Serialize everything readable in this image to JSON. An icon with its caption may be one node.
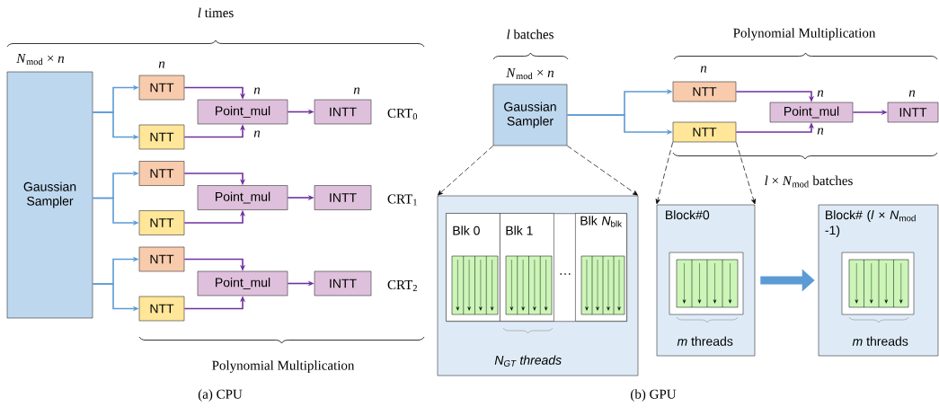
{
  "diagram": {
    "nodes": [
      {
        "text": [
          "Gaussian Sampler"
        ],
        "beside": [
          "*N*$_{mod}$ × *n*"
        ]
      },
      {
        "text": [
          "NTT"
        ],
        "beside": [
          "*n*"
        ]
      },
      {
        "text": [
          "NTT"
        ]
      },
      {
        "text": [
          "Point_mul"
        ]
      },
      {
        "text": [
          "INTT"
        ],
        "beside": [
          "*n*",
          "CRT$_{0}$"
        ]
      },
      {
        "text": [
          "NTT"
        ]
      },
      {
        "text": [
          "NTT"
        ]
      },
      {
        "text": [
          "Point_mul"
        ]
      },
      {
        "text": [
          "INTT"
        ],
        "beside": [
          "CRT$_{1}$"
        ]
      },
      {
        "text": [
          "NTT"
        ]
      },
      {
        "text": [
          "NTT"
        ]
      },
      {
        "text": [
          "Point_mul"
        ]
      },
      {
        "text": [
          "INTT"
        ],
        "beside": [
          "CRT$_{2}$"
        ]
      },
      {
        "text": [
          "Gaussian Sampler"
        ],
        "beside": [
          "*N*$_{mod}$ × *n*"
        ]
      },
      {
        "text": [
          "NTT"
        ],
        "beside": [
          "*n*"
        ]
      },
      {
        "text": [
          "NTT"
        ]
      },
      {
        "text": [
          "Point_mul"
        ]
      },
      {
        "text": [
          "INTT"
        ],
        "beside": [
          "*n*"
        ]
      },
      {
        "text": [
          "N$_{GT}$ threads"
        ]
      },
      {
        "text": [],
        "shape": "box",
        "in": 18
      },
      {
        "text": [
          "Blk 0"
        ],
        "in": 19
      },
      {
        "text": [
          "Blk 1"
        ],
        "in": 19
      },
      {
        "text": [
          "Blk *N*$_{blk}$"
        ],
        "in": 19
      },
      {
        "text": [
          "Block#0",
          "*m* threads"
        ]
      },
      {
        "text": [
          "Block# (*l* × *N*$_{mod}$ -1)",
          "*m* threads"
        ]
      }
    ],
    "edges": [
      {
        "from": 0,
        "to": 1,
        "arrow": "to",
        "color": "#5b9bd5"
      },
      {
        "from": 0,
        "to": 2,
        "arrow": "to",
        "color": "#5b9bd5"
      },
      {
        "from": 1,
        "to": 3,
        "arrow": "to"
      },
      {
        "from": 2,
        "to": 3,
        "arrow": "to"
      },
      {
        "from": 3,
        "to": 4,
        "arrow": "to"
      },
      {
        "from": 0,
        "to": 5,
        "arrow": "to",
        "color": "#5b9bd5"
      },
      {
        "from": 0,
        "to": 6,
        "arrow": "to",
        "color": "#5b9bd5"
      },
      {
        "from": 5,
        "to": 7,
        "arrow": "to"
      },
      {
        "from": 6,
        "to": 7,
        "arrow": "to"
      },
      {
        "from": 7,
        "to": 8,
        "arrow": "to"
      },
      {
        "from": 0,
        "to": 9,
        "arrow": "to",
        "color": "#5b9bd5"
      },
      {
        "from": 0,
        "to": 10,
        "arrow": "to",
        "color": "#5b9bd5"
      },
      {
        "from": 9,
        "to": 11,
        "arrow": "to"
      },
      {
        "from": 10,
        "to": 11,
        "arrow": "to"
      },
      {
        "from": 11,
        "to": 12,
        "arrow": "to"
      },
      {
        "from": 13,
        "to": 14,
        "arrow": "to",
        "color": "#5b9bd5"
      },
      {
        "from": 13,
        "to": 15,
        "arrow": "to",
        "color": "#5b9bd5"
      },
      {
        "from": 14,
        "to": 16,
        "arrow": "to"
      },
      {
        "from": 15,
        "to": 16,
        "arrow": "to"
      },
      {
        "from": 16,
        "to": 17,
        "arrow": "to"
      },
      {
        "from": 13,
        "to": 18,
        "arrow": "to",
        "style": "dashed",
        "color": "#000000"
      },
      {
        "from": 13,
        "to": 18,
        "arrow": "to",
        "style": "dashed",
        "color": "#000000"
      },
      {
        "from": 15,
        "to": 23,
        "arrow": "to",
        "style": "dashed",
        "color": "#000000"
      },
      {
        "from": 15,
        "to": 23,
        "arrow": "to",
        "style": "dashed",
        "color": "#000000"
      },
      {
        "from": 23,
        "to": 24,
        "arrow": "to",
        "style": "thick",
        "color": "#5b9bd5"
      }
    ],
    "labels": [
      "*l* times",
      "*n*",
      "*n*",
      "Polynomial Multiplication",
      "(a) CPU",
      "*l* batches",
      "Polynomial Multiplication",
      "*n*",
      "*n*",
      "*l* × *N*$_{mod}$ batches",
      "…",
      "(b) GPU"
    ]
  }
}
